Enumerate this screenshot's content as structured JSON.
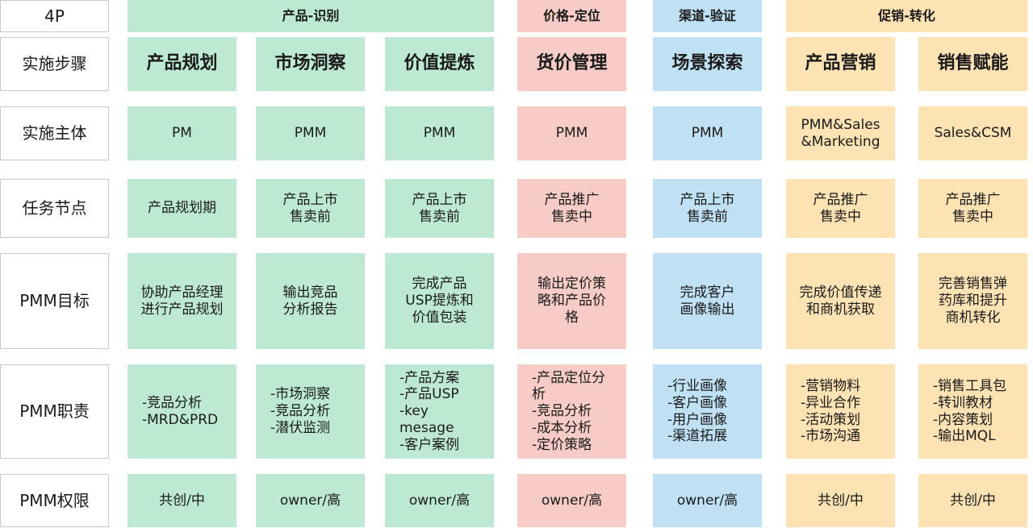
{
  "row_labels": {
    "header": "4P",
    "steps": "实施步骤",
    "subject": "实施主体",
    "node": "任务节点",
    "goal": "PMM目标",
    "duty": "PMM职责",
    "authority": "PMM权限"
  },
  "groups": [
    {
      "label": "产品-识别",
      "color": "#bde9d2"
    },
    {
      "label": "价格-定位",
      "color": "#f7ccc6"
    },
    {
      "label": "渠道-验证",
      "color": "#bfe1f3"
    },
    {
      "label": "促销-转化",
      "color": "#fde2b4"
    }
  ],
  "columns": [
    {
      "step": "产品规划",
      "subject": "PM",
      "node": "产品规划期",
      "goal": "协助产品经理\n进行产品规划",
      "duty": "-竞品分析\n-MRD&PRD",
      "authority": "共创/中"
    },
    {
      "step": "市场洞察",
      "subject": "PMM",
      "node": "产品上市\n售卖前",
      "goal": "输出竞品\n分析报告",
      "duty": "-市场洞察\n-竞品分析\n-潜伏监测",
      "authority": "owner/高"
    },
    {
      "step": "价值提炼",
      "subject": "PMM",
      "node": "产品上市\n售卖前",
      "goal": "完成产品\nUSP提炼和\n价值包装",
      "duty": "-产品方案\n-产品USP\n-key mesage\n-客户案例",
      "authority": "owner/高"
    },
    {
      "step": "货价管理",
      "subject": "PMM",
      "node": "产品推广\n售卖中",
      "goal": "输出定价策\n略和产品价\n格",
      "duty": "-产品定位分析\n-竞品分析\n-成本分析\n-定价策略",
      "authority": "owner/高"
    },
    {
      "step": "场景探索",
      "subject": "PMM",
      "node": "产品上市\n售卖前",
      "goal": "完成客户\n画像输出",
      "duty": "-行业画像\n-客户画像\n-用户画像\n-渠道拓展",
      "authority": "owner/高"
    },
    {
      "step": "产品营销",
      "subject": "PMM&Sales\n&Marketing",
      "node": "产品推广\n售卖中",
      "goal": "完成价值传递\n和商机获取",
      "duty": "-营销物料\n-异业合作\n-活动策划\n-市场沟通",
      "authority": "共创/中"
    },
    {
      "step": "销售赋能",
      "subject": "Sales&CSM",
      "node": "产品推广\n售卖中",
      "goal": "完善销售弹\n药库和提升\n商机转化",
      "duty": "-销售工具包\n-转训教材\n-内容策划\n-输出MQL",
      "authority": "共创/中"
    }
  ]
}
